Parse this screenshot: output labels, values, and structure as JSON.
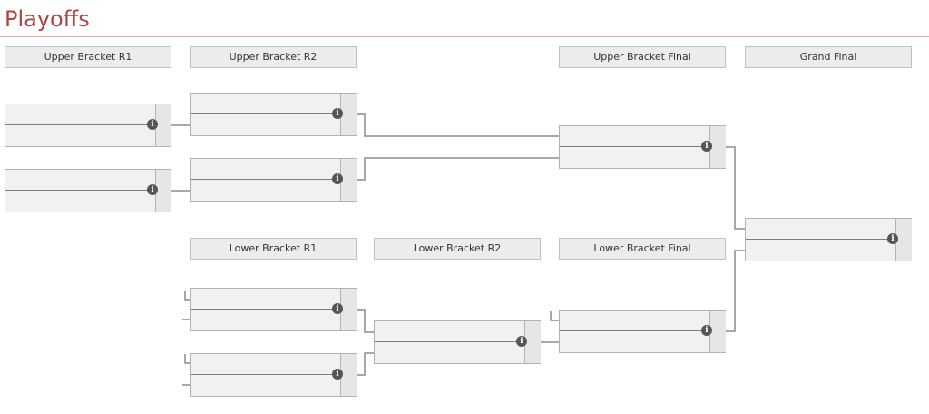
{
  "page": {
    "title": "Playoffs"
  },
  "rounds": {
    "upper_r1": "Upper Bracket R1",
    "upper_r2": "Upper Bracket R2",
    "upper_final": "Upper Bracket Final",
    "grand_final": "Grand Final",
    "lower_r1": "Lower Bracket R1",
    "lower_r2": "Lower Bracket R2",
    "lower_final": "Lower Bracket Final"
  },
  "matches": {
    "info_glyph": "i",
    "slots_per_match": 2,
    "upper_r1_count": 2,
    "upper_r2_count": 2,
    "upper_final_count": 1,
    "grand_final_count": 1,
    "lower_r1_count": 2,
    "lower_r2_count": 1,
    "lower_final_count": 1
  },
  "colors": {
    "title": "#b0413e",
    "title_rule": "#e8aaa6",
    "header_bg": "#ececec",
    "match_bg": "#f1f1f1",
    "connector": "#8c8c8c",
    "info_icon": "#555555"
  }
}
